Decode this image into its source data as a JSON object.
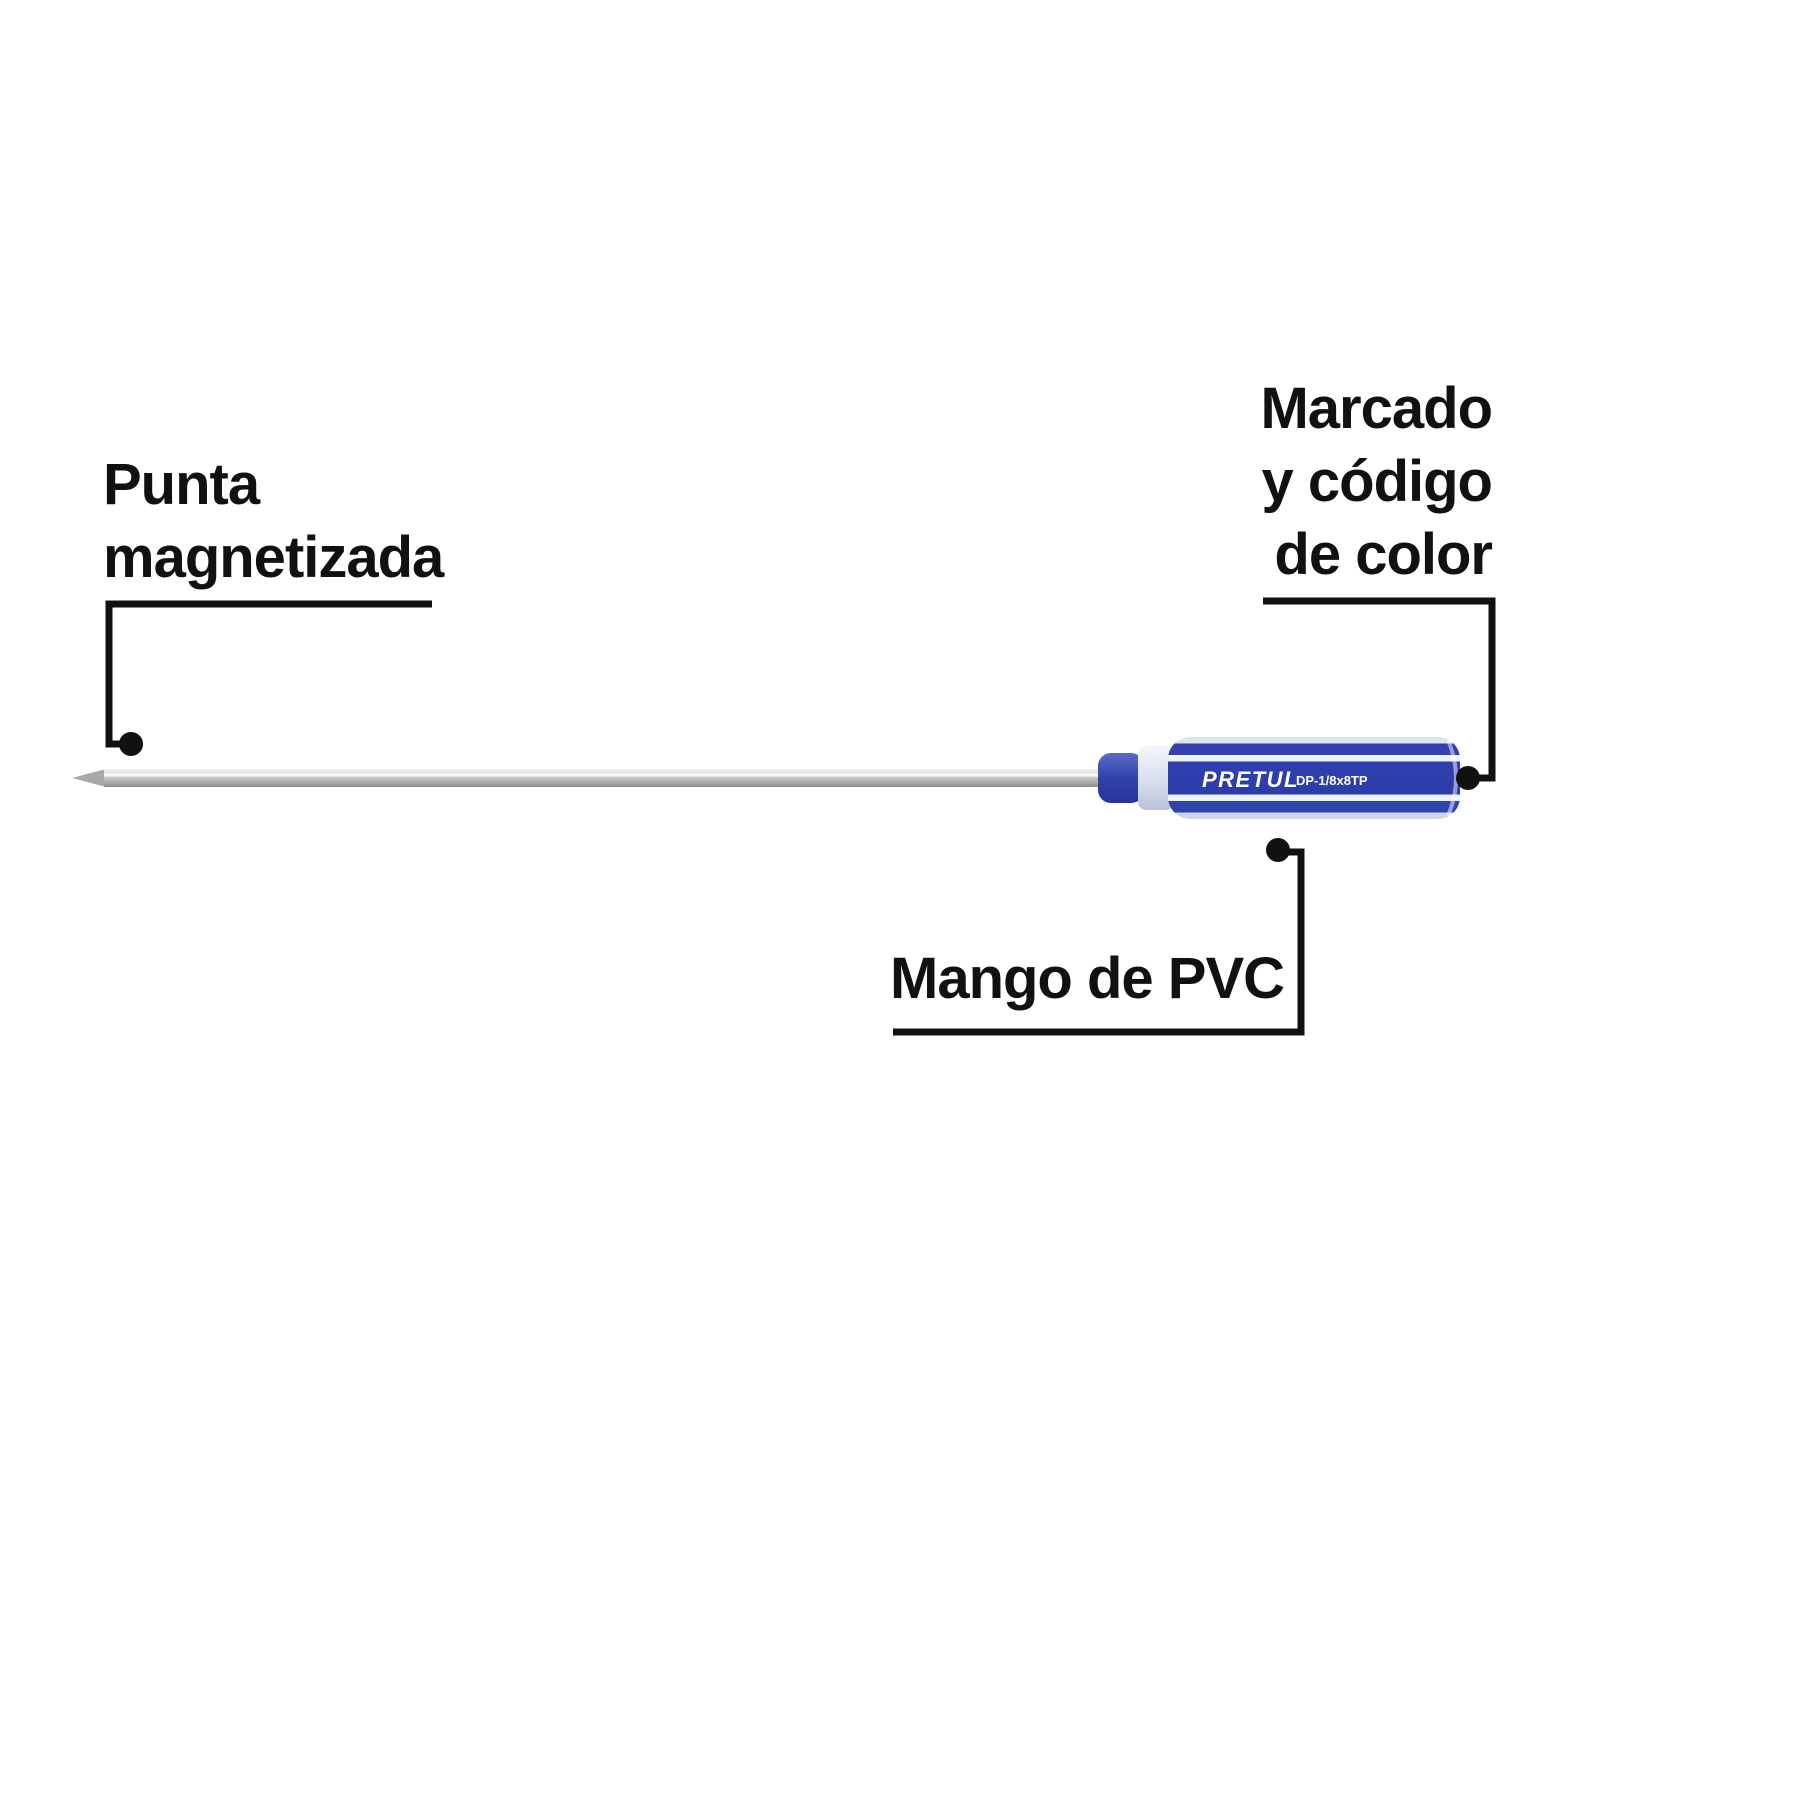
{
  "figure": {
    "background_color": "#ffffff",
    "line_color": "#111111",
    "text_color": "#111111"
  },
  "callouts": {
    "tip": {
      "line1": "Punta",
      "line2": "magnetizada"
    },
    "marking": {
      "line1": "Marcado",
      "line2": "y código",
      "line3": "de color"
    },
    "handle": {
      "label": "Mango de PVC"
    }
  },
  "product": {
    "brand": "PRETUL",
    "model": "DP-1/8x8TP",
    "handle_color": "#3142ae",
    "handle_clear_color": "#dde3f1",
    "shaft_color": "#c9c9c9"
  }
}
